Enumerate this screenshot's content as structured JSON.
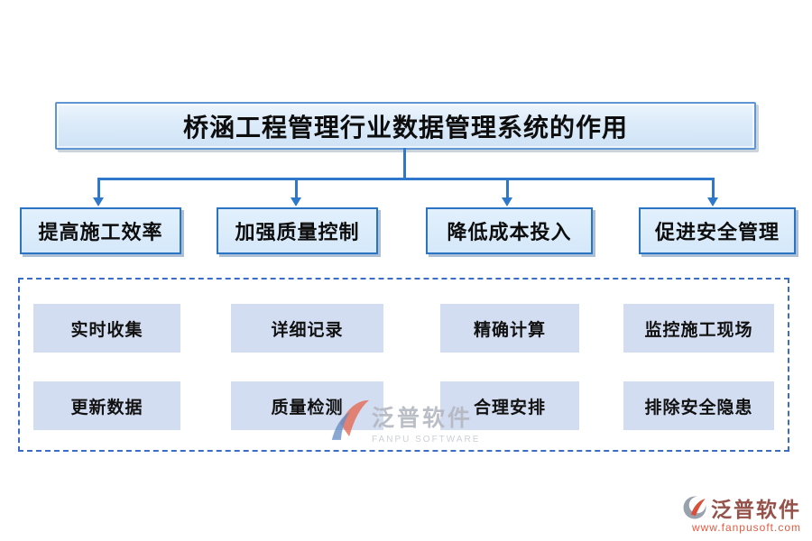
{
  "title": {
    "text": "桥涵工程管理行业数据管理系统的作用"
  },
  "branches": [
    {
      "label": "提高施工效率"
    },
    {
      "label": "加强质量控制"
    },
    {
      "label": "降低成本投入"
    },
    {
      "label": "促进安全管理"
    }
  ],
  "details": {
    "rows": [
      {
        "cells": [
          {
            "label": "实时收集"
          },
          {
            "label": "详细记录"
          },
          {
            "label": "精确计算"
          },
          {
            "label": "监控施工现场"
          }
        ]
      },
      {
        "cells": [
          {
            "label": "更新数据"
          },
          {
            "label": "质量检测"
          },
          {
            "label": "合理安排"
          },
          {
            "label": "排除安全隐患"
          }
        ]
      }
    ]
  },
  "watermark": {
    "brand": "泛普软件",
    "brand_en": "FANPU SOFTWARE"
  },
  "footer": {
    "brand": "泛普软件",
    "url": "www.fanpusoft.com"
  },
  "colors": {
    "connector_blue": "#2e78cb",
    "branch_border_blue": "#2b74c4",
    "branch_fill": "#d5e8fa",
    "title_fill": "#dcebf9",
    "title_border": "#5e95d2",
    "cell_fill": "#d3ddf1",
    "dashed_border": "#3a6cc8",
    "watermark_gray": "#b3b7c0",
    "brand_maroon": "#95524a",
    "brand_red": "#e05b41"
  }
}
